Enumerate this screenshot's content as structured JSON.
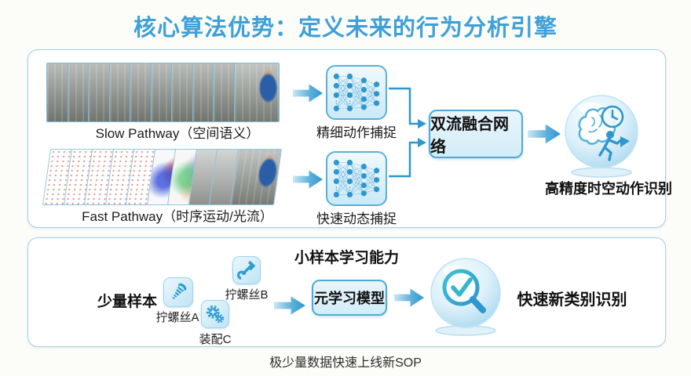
{
  "title": "核心算法优势：定义未来的行为分析引擎",
  "colors": {
    "accent": "#3fa0d8",
    "arrow_blue": "#2f96ce",
    "panel_border": "#a5cee3",
    "box_border": "#4fa9d6",
    "box_fill": "#d9eff8"
  },
  "top_panel": {
    "slow_label": "Slow Pathway（空间语义）",
    "slow_nn_label": "精细动作捕捉",
    "fast_label": "Fast Pathway（时序运动/光流）",
    "fast_nn_label": "快速动态捕捉",
    "fusion_label": "双流融合网络",
    "result_label": "高精度时空动作识别"
  },
  "bottom_panel": {
    "title": "小样本学习能力",
    "samples_label": "少量样本",
    "sample_items": [
      {
        "label": "拧螺丝A",
        "icon": "screw-icon"
      },
      {
        "label": "拧螺丝B",
        "icon": "wrench-icon"
      },
      {
        "label": "装配C",
        "icon": "gears-icon"
      }
    ],
    "model_label": "元学习模型",
    "result_label": "快速新类别识别",
    "caption": "极少量数据快速上线新SOP"
  },
  "icons": {
    "top_result": "brain-clock-action-icon",
    "bottom_result": "magnifier-check-icon",
    "network": "neural-network-icon"
  }
}
